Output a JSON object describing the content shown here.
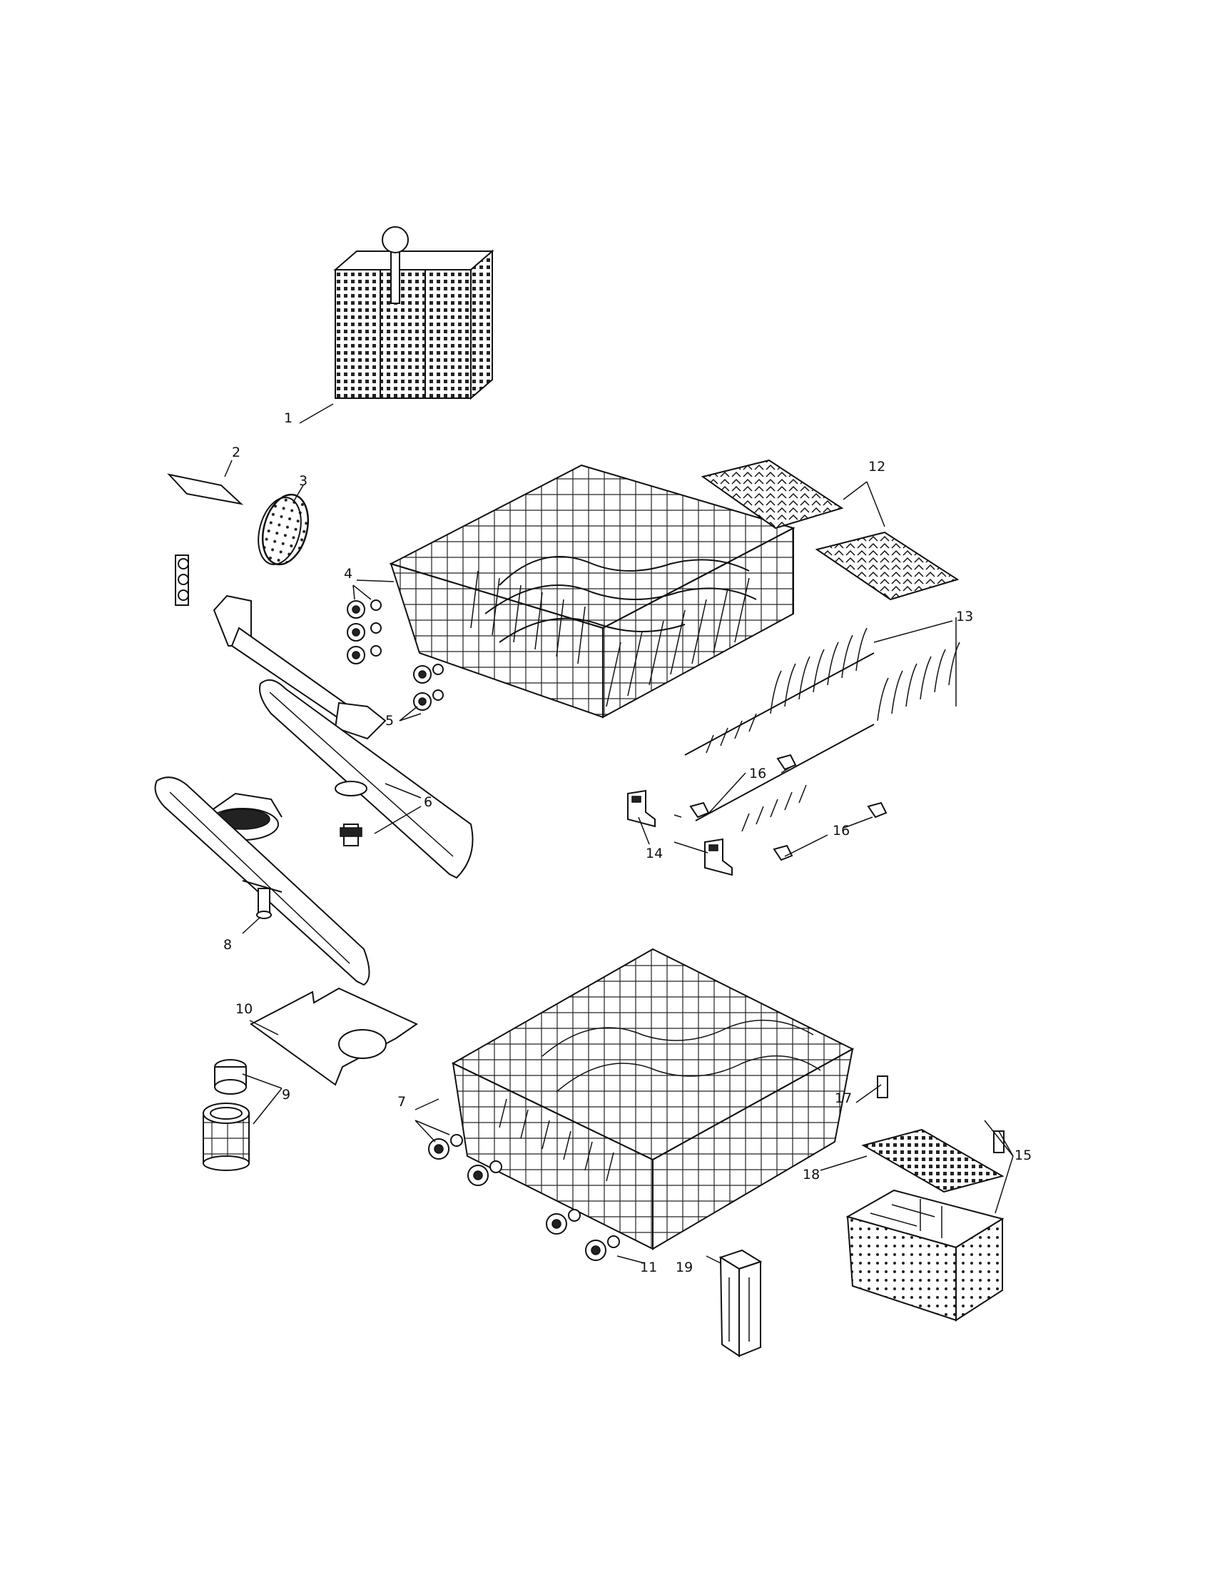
{
  "callouts": [
    {
      "id": "1",
      "text": "1"
    },
    {
      "id": "2",
      "text": "2"
    },
    {
      "id": "3",
      "text": "3"
    },
    {
      "id": "4",
      "text": "4"
    },
    {
      "id": "5",
      "text": "5"
    },
    {
      "id": "6",
      "text": "6"
    },
    {
      "id": "7",
      "text": "7"
    },
    {
      "id": "8",
      "text": "8"
    },
    {
      "id": "9",
      "text": "9"
    },
    {
      "id": "10",
      "text": "10"
    },
    {
      "id": "11",
      "text": "11"
    },
    {
      "id": "12",
      "text": "12"
    },
    {
      "id": "13",
      "text": "13"
    },
    {
      "id": "14",
      "text": "14"
    },
    {
      "id": "15",
      "text": "15"
    },
    {
      "id": "16a",
      "text": "16"
    },
    {
      "id": "16b",
      "text": "16"
    },
    {
      "id": "17",
      "text": "17"
    },
    {
      "id": "18",
      "text": "18"
    },
    {
      "id": "19",
      "text": "19"
    }
  ],
  "colors": {
    "line": "#111111",
    "background": "#ffffff"
  }
}
